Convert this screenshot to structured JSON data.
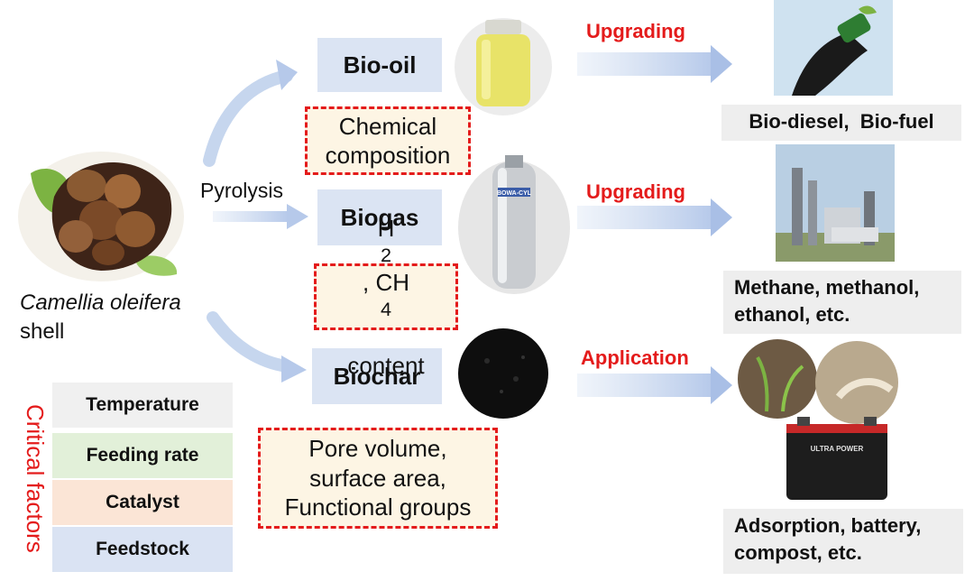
{
  "feedstock": {
    "species": "Camellia oleifera",
    "part": "shell"
  },
  "process": "Pyrolysis",
  "products": [
    {
      "name": "Bio-oil",
      "factor_html": "Chemical<br>composition",
      "action": "Upgrading",
      "outcome_html": "Bio-diesel,&nbsp; Bio-fuel"
    },
    {
      "name": "Biogas",
      "factor_html": "H<sub>2</sub>, CH<sub>4</sub><br>content",
      "action": "Upgrading",
      "outcome_html": "Methane, methanol,<br>ethanol, etc."
    },
    {
      "name": "Biochar",
      "factor_html": "Pore volume,<br>surface area,<br>Functional groups",
      "action": "Application",
      "outcome_html": "Adsorption, battery,<br>compost, etc."
    }
  ],
  "critical_factors": {
    "title": "Critical factors",
    "items": [
      {
        "label": "Temperature",
        "color": "#f0f0f0"
      },
      {
        "label": "Feeding rate",
        "color": "#e2f0d9"
      },
      {
        "label": "Catalyst",
        "color": "#fbe5d6"
      },
      {
        "label": "Feedstock",
        "color": "#dae3f3"
      }
    ]
  },
  "colors": {
    "accent_red": "#e41b1b",
    "arrow_blue": "#c6d6ee",
    "product_box": "#dbe4f3"
  },
  "images": {
    "logo_text": "BOWA-CYL",
    "battery_brand": "ULTRA POWER"
  }
}
